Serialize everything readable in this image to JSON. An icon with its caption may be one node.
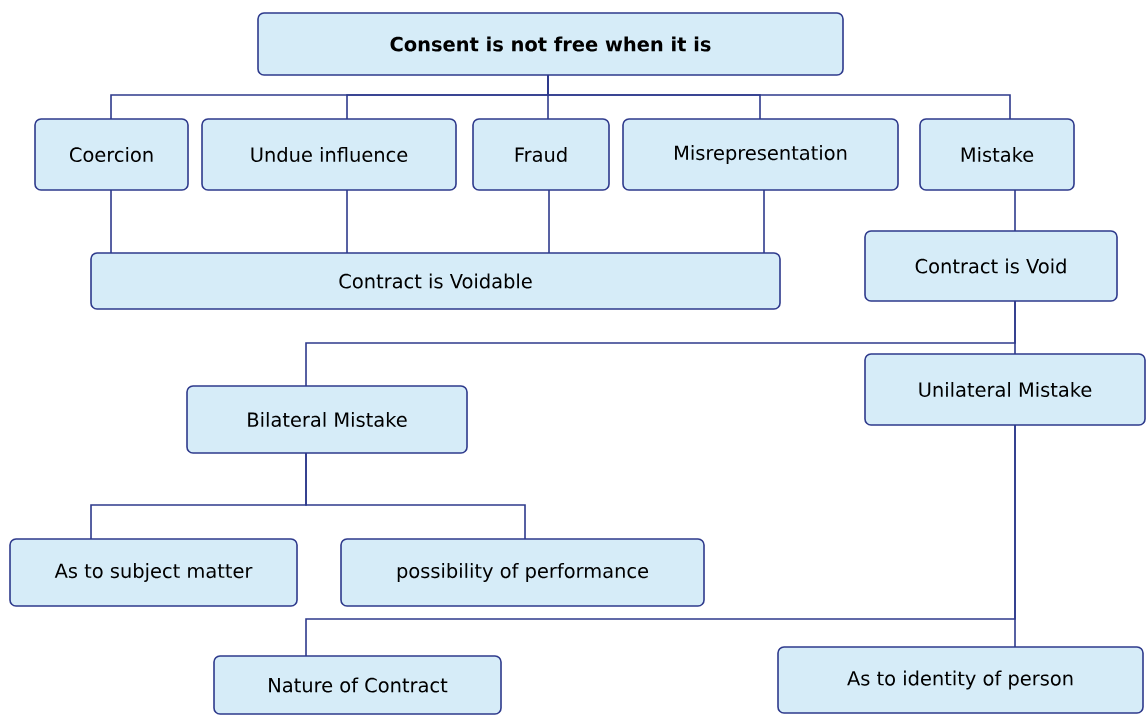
{
  "diagram": {
    "nodes": [
      {
        "text": [
          "Consent is not free when it is"
        ]
      },
      {
        "text": [
          "Coercion"
        ]
      },
      {
        "text": [
          "Undue influence"
        ]
      },
      {
        "text": [
          "Fraud"
        ]
      },
      {
        "text": [
          "Misrepresentation"
        ]
      },
      {
        "text": [
          "Mistake"
        ]
      },
      {
        "text": [
          "Contract is Voidable"
        ]
      },
      {
        "text": [
          "Contract is Void"
        ]
      },
      {
        "text": [
          "Unilateral Mistake"
        ]
      },
      {
        "text": [
          "Bilateral Mistake"
        ]
      },
      {
        "text": [
          "As to subject matter"
        ]
      },
      {
        "text": [
          "possibility of performance"
        ]
      },
      {
        "text": [
          "Nature of Contract"
        ]
      },
      {
        "text": [
          "As to identity of person"
        ]
      }
    ],
    "edges": [
      {
        "from": 0,
        "to": 1,
        "arrow": "none"
      },
      {
        "from": 0,
        "to": 2,
        "arrow": "none"
      },
      {
        "from": 0,
        "to": 3,
        "arrow": "none"
      },
      {
        "from": 0,
        "to": 4,
        "arrow": "none"
      },
      {
        "from": 0,
        "to": 5,
        "arrow": "none"
      },
      {
        "from": 1,
        "to": 6,
        "arrow": "none"
      },
      {
        "from": 2,
        "to": 6,
        "arrow": "none"
      },
      {
        "from": 3,
        "to": 6,
        "arrow": "none"
      },
      {
        "from": 4,
        "to": 6,
        "arrow": "none"
      },
      {
        "from": 5,
        "to": 7,
        "arrow": "none"
      },
      {
        "from": 7,
        "to": 8,
        "arrow": "none"
      },
      {
        "from": 7,
        "to": 9,
        "arrow": "none"
      },
      {
        "from": 9,
        "to": 10,
        "arrow": "none"
      },
      {
        "from": 9,
        "to": 11,
        "arrow": "none"
      },
      {
        "from": 8,
        "to": 12,
        "arrow": "none"
      },
      {
        "from": 8,
        "to": 13,
        "arrow": "none"
      }
    ]
  }
}
